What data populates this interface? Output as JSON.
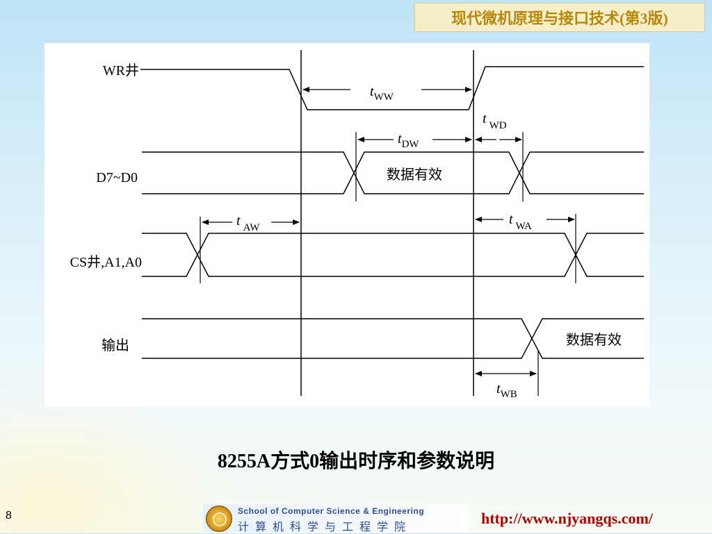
{
  "header": {
    "title": "现代微机原理与接口技术(第3版)"
  },
  "diagram": {
    "signals": {
      "wr": "WR井",
      "data": "D7~D0",
      "cs": "CS井,A1,A0",
      "output": "输出"
    },
    "data_valid": "数据有效",
    "output_valid": "数据有效",
    "timing_params": [
      {
        "t": "t",
        "sub": "WW"
      },
      {
        "t": "t",
        "sub": "WD"
      },
      {
        "t": "t",
        "sub": "DW"
      },
      {
        "t": "t",
        "sub": "AW"
      },
      {
        "t": "t",
        "sub": "WA"
      },
      {
        "t": "t",
        "sub": "WB"
      }
    ]
  },
  "caption": "8255A方式0输出时序和参数说明",
  "page_number": "8",
  "footer": {
    "school_en": "School of Computer Science & Engineering",
    "school_cn": "计算机科学与工程学院",
    "url": "http://www.njyangqs.com/"
  },
  "colors": {
    "title_text": "#b8860b",
    "url_text": "#b00000",
    "school_text": "#2a4f9a"
  }
}
